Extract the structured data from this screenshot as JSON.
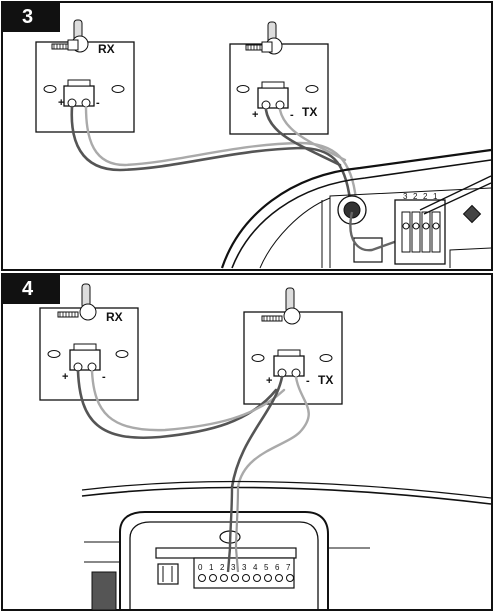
{
  "steps": [
    {
      "number": "3",
      "receiver": {
        "label": "RX",
        "plus": "+",
        "minus": "-"
      },
      "transmitter": {
        "label": "TX",
        "plus": "+",
        "minus": "-"
      },
      "terminals": [
        "3",
        "2",
        "2",
        "1"
      ]
    },
    {
      "number": "4",
      "receiver": {
        "label": "RX",
        "plus": "+",
        "minus": "-"
      },
      "transmitter": {
        "label": "TX",
        "plus": "+",
        "minus": "-"
      },
      "terminals": [
        "0",
        "1",
        "2",
        "3",
        "3",
        "4",
        "5",
        "6",
        "7"
      ]
    }
  ],
  "colors": {
    "line": "#111111",
    "wire_dark": "#444444",
    "wire_light": "#aaaaaa",
    "board": "#ffffff"
  }
}
